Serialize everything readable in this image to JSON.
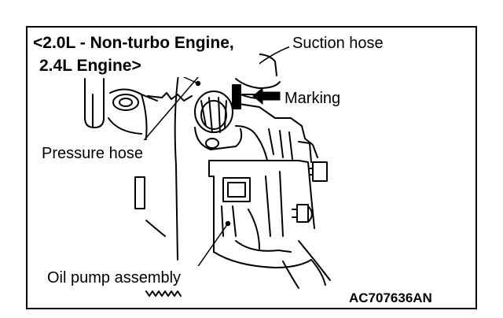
{
  "heading": {
    "line1": "<2.0L - Non-turbo Engine,",
    "line2": "2.4L Engine>"
  },
  "callouts": {
    "suction_hose": "Suction hose",
    "marking": "Marking",
    "pressure_hose": "Pressure hose",
    "oil_pump_assembly": "Oil pump assembly"
  },
  "figure_code": "AC707636AN"
}
